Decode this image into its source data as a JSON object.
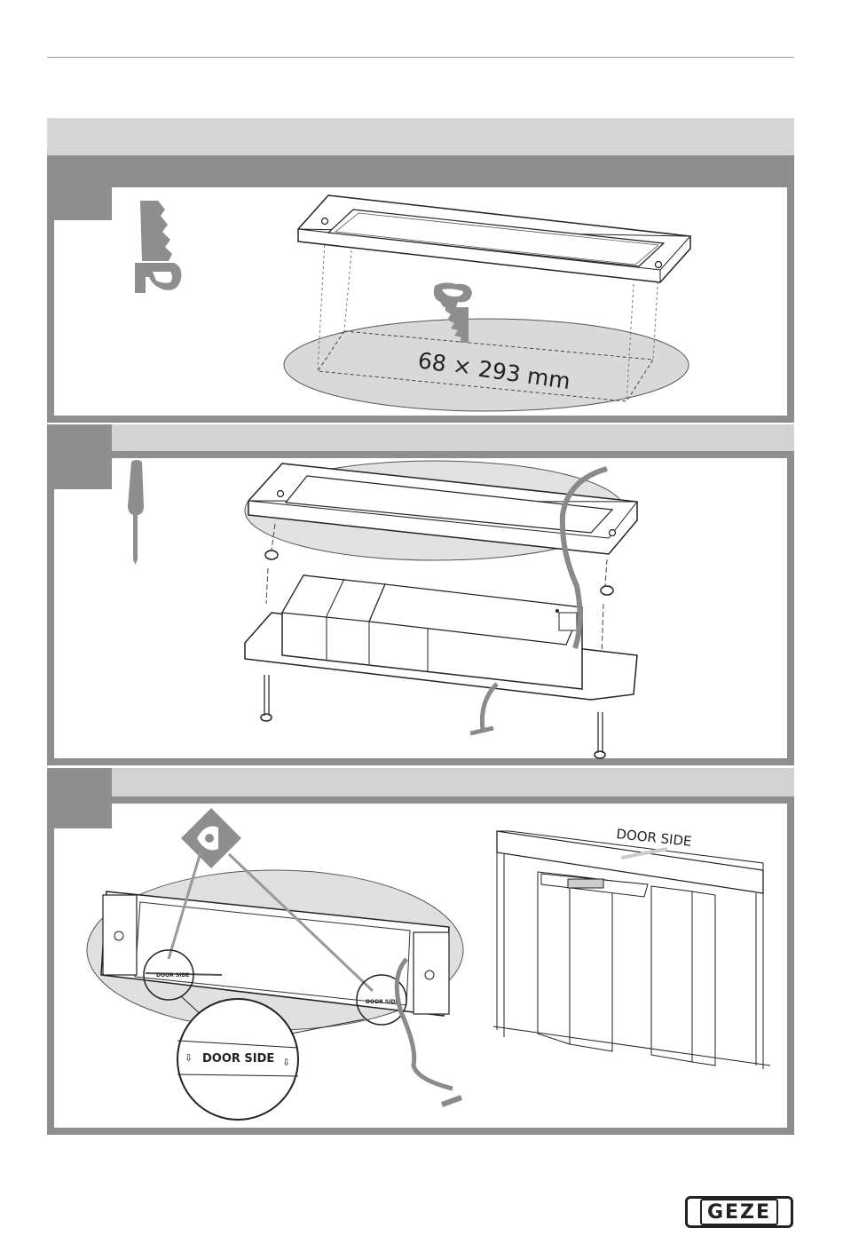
{
  "steps": [
    {
      "dimension_label": "68 × 293 mm"
    },
    {},
    {
      "door_side_badge": "DOOR SIDE",
      "door_side_callout": "DOOR SIDE"
    }
  ],
  "brand": {
    "logo_text": "GEZE"
  },
  "tools": [
    "saw-icon",
    "screwdriver-icon",
    "eye-icon"
  ],
  "colors": {
    "frame_grey": "#8e8e8e",
    "band_light": "#d6d6d6",
    "cut_area": "#d9d9d9",
    "cable": "#8a8a8a"
  }
}
